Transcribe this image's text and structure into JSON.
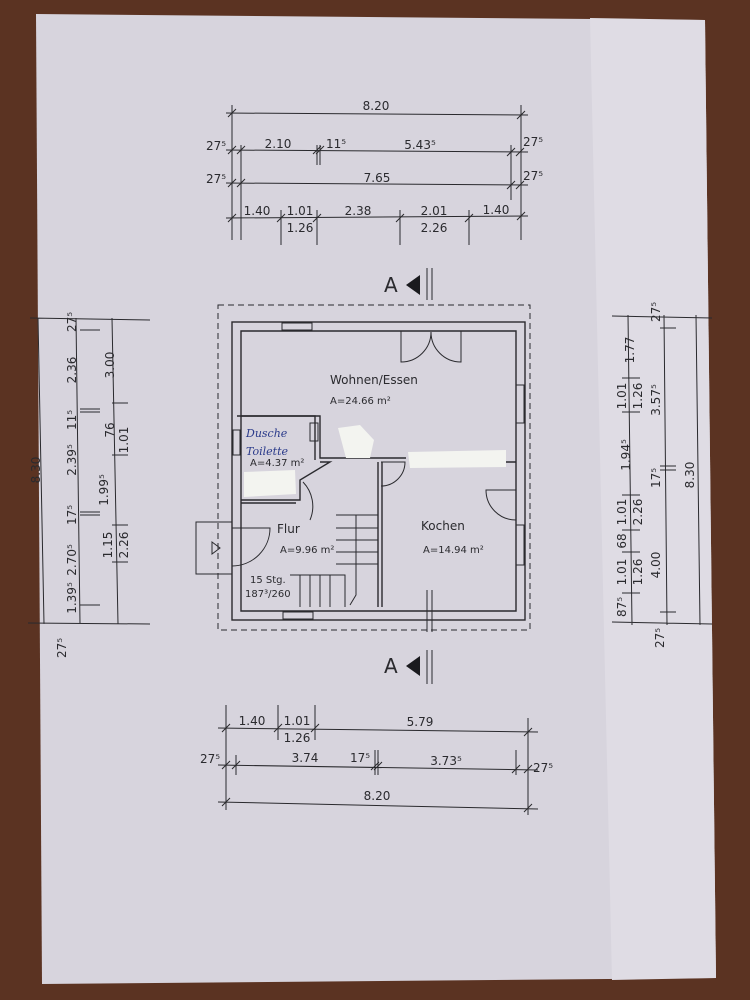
{
  "colors": {
    "paper": "#d7d4dd",
    "wood": "#5b3322",
    "ink": "#2a2a2e",
    "pen": "#2a3a8a"
  },
  "section_marker": "A",
  "rooms": {
    "wohnen": {
      "name": "Wohnen/Essen",
      "area": "A=24.66  m²"
    },
    "dusche": {
      "name_line1": "Dusche",
      "name_line2": "Toilette",
      "area": "A=4.37  m²"
    },
    "flur": {
      "name": "Flur",
      "area": "A=9.96  m²"
    },
    "kochen": {
      "name": "Kochen",
      "area": "A=14.94  m²"
    },
    "stairs": {
      "line1": "15 Stg.",
      "line2": "187³/260"
    }
  },
  "dims_top": {
    "row1": [
      "8.20"
    ],
    "row2": [
      "27⁵",
      "2.10",
      "11⁵",
      "5.43⁵",
      "27⁵"
    ],
    "row3": [
      "27⁵",
      "7.65",
      "27⁵"
    ],
    "row4": [
      "1.40",
      "1.01",
      "1.26",
      "2.38",
      "2.01",
      "2.26",
      "1.40"
    ]
  },
  "dims_bottom": {
    "row1": [
      "1.40",
      "1.01",
      "1.26",
      "5.79"
    ],
    "row2": [
      "27⁵",
      "3.74",
      "17⁵",
      "3.73⁵",
      "27⁵"
    ],
    "row3": [
      "8.20"
    ]
  },
  "dims_left": {
    "outer": [
      "8.30",
      "27⁵"
    ],
    "middle": [
      "27⁵",
      "2.36",
      "11⁵",
      "2.39⁵",
      "17⁵",
      "2.70⁵",
      "1.39⁵"
    ],
    "inner": [
      "3.00",
      "76",
      "1.01",
      "1.99⁵",
      "1.15",
      "2.26"
    ]
  },
  "dims_right": {
    "outer": [
      "1.77",
      "1.01",
      "1.26",
      "1.94⁵",
      "1.01",
      "2.26",
      "68",
      "1.01",
      "1.26",
      "87⁵"
    ],
    "middle": [
      "27⁵",
      "3.57⁵",
      "17⁵",
      "4.00",
      "27⁵"
    ],
    "inner": [
      "8.30"
    ]
  }
}
